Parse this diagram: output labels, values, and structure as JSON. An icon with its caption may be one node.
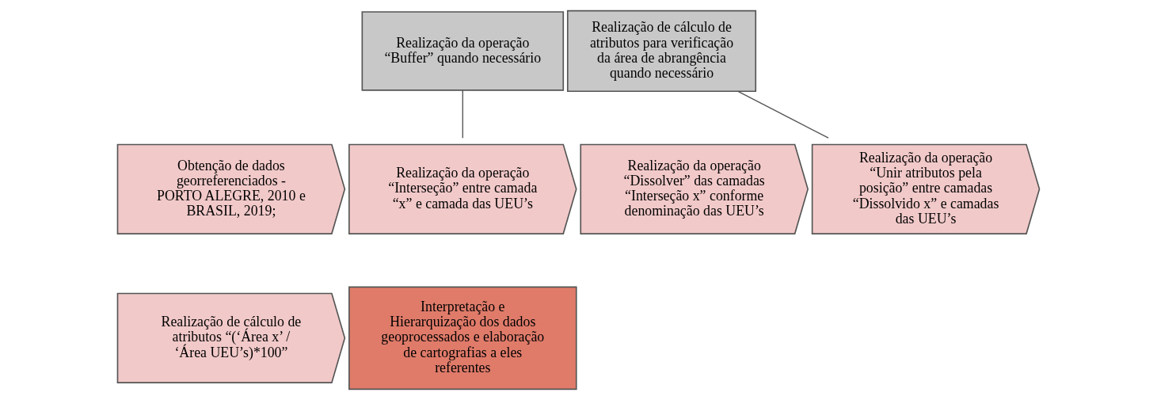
{
  "diagram": {
    "nodes": [
      {
        "text": [
          "Realização da operação “Buffer” quando necessário"
        ]
      },
      {
        "text": [
          "Realização de cálculo de atributos para verificação da área de abrangência quando necessário"
        ]
      },
      {
        "text": [
          "Obtenção de dados georreferenciados - PORTO ALEGRE, 2010 e BRASIL, 2019;"
        ]
      },
      {
        "text": [
          "Realização da operação “Interseção” entre camada “x” e camada das UEU’s"
        ]
      },
      {
        "text": [
          "Realização da operação “Dissolver” das camadas “Interseção x” conforme denominação das UEU’s"
        ]
      },
      {
        "text": [
          "Realização da operação “Unir atributos pela posição” entre camadas “Dissolvido x” e camadas das UEU’s"
        ]
      },
      {
        "text": [
          "Realização de cálculo de atributos “(‘Área x’ / ‘Área UEU’s)*100”"
        ]
      },
      {
        "text": [
          "Interpretação e Hierarquização dos dados geoprocessados e elaboração de cartografias a eles referentes"
        ]
      }
    ],
    "edges": [
      {
        "from": 0,
        "to": 3,
        "arrow": "none"
      },
      {
        "from": 1,
        "to": 5,
        "arrow": "none"
      }
    ]
  }
}
